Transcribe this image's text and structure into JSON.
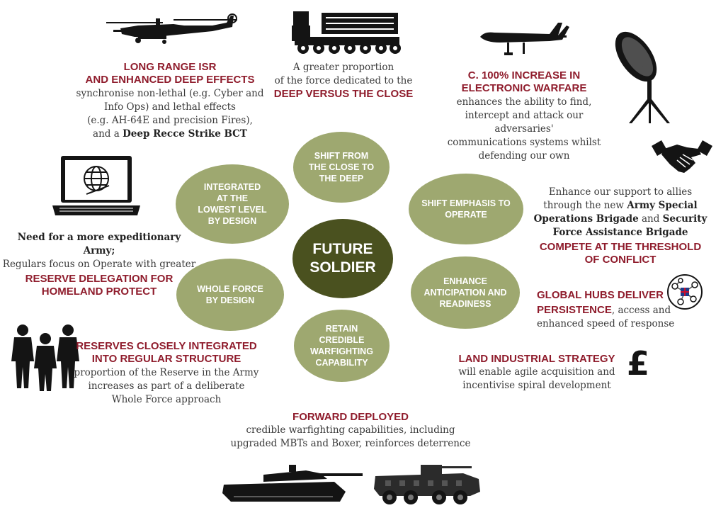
{
  "center": {
    "line1": "FUTURE",
    "line2": "SOLDIER"
  },
  "petals": {
    "top": [
      "SHIFT FROM",
      "THE CLOSE TO",
      "THE DEEP"
    ],
    "upper_right": [
      "SHIFT EMPHASIS TO",
      "OPERATE"
    ],
    "lower_right": [
      "ENHANCE",
      "ANTICIPATION AND",
      "READINESS"
    ],
    "bottom": [
      "RETAIN",
      "CREDIBLE",
      "WARFIGHTING",
      "CAPABILITY"
    ],
    "lower_left": [
      "WHOLE FORCE",
      "BY DESIGN"
    ],
    "upper_left": [
      "INTEGRATED",
      "AT THE",
      "LOWEST LEVEL",
      "BY DESIGN"
    ]
  },
  "isr": {
    "heading": [
      "LONG RANGE ISR",
      "AND ENHANCED DEEP EFFECTS"
    ],
    "body": [
      "synchronise non-lethal (e.g. Cyber and",
      "Info Ops) and lethal effects",
      "(e.g. AH-64E and precision Fires),"
    ],
    "last_prefix": "and a ",
    "last_bold": "Deep Recce Strike BCT"
  },
  "deep": {
    "body": [
      "A greater proportion",
      "of the force dedicated to the"
    ],
    "heading": "DEEP VERSUS THE CLOSE"
  },
  "ew": {
    "heading": [
      "C. 100% INCREASE IN",
      "ELECTRONIC WARFARE"
    ],
    "body": [
      "enhances the ability to find,",
      "intercept and attack our adversaries'",
      "communications systems whilst",
      "defending our own"
    ]
  },
  "allies": {
    "line1": "Enhance our support to allies",
    "line2_prefix": "through the new ",
    "line2_bold": "Army Special",
    "line3_bold_a": "Operations Brigade",
    "line3_mid": " and ",
    "line3_bold_b": "Security",
    "line4_bold": "Force Assistance Brigade",
    "heading": [
      "COMPETE AT THE THRESHOLD",
      "OF CONFLICT"
    ]
  },
  "hubs": {
    "heading1": "GLOBAL HUBS DELIVER",
    "heading2": "PERSISTENCE",
    "body1_rest": ", access and",
    "body2": "enhanced speed of response"
  },
  "industrial": {
    "heading": "LAND INDUSTRIAL STRATEGY",
    "body": [
      "will enable agile acquisition and",
      "incentivise spiral development"
    ],
    "symbol": "£"
  },
  "forward": {
    "heading": "FORWARD DEPLOYED",
    "body": [
      "credible warfighting capabilities, including",
      "upgraded MBTs and Boxer, reinforces deterrence"
    ]
  },
  "reserves": {
    "heading": [
      "RESERVES CLOSELY INTEGRATED",
      "INTO REGULAR STRUCTURE"
    ],
    "body": [
      "proportion of the Reserve in the Army",
      "increases as part of a deliberate",
      "Whole Force approach"
    ]
  },
  "expeditionary": {
    "bold": "Need for a more expeditionary Army;",
    "body": "Regulars focus on Operate with greater",
    "heading": [
      "RESERVE DELEGATION FOR",
      "HOMELAND PROTECT"
    ]
  },
  "icons": [
    "helicopter-icon",
    "rocket-launcher-icon",
    "drone-icon",
    "satellite-dish-icon",
    "handshake-icon",
    "laptop-globe-icon",
    "global-network-icon",
    "pound-icon",
    "soldiers-icon",
    "tank-icon",
    "armoured-vehicle-icon"
  ],
  "colors": {
    "accent_red": "#8f1c2c",
    "petal": "#9ea870",
    "center": "#4a511f"
  }
}
